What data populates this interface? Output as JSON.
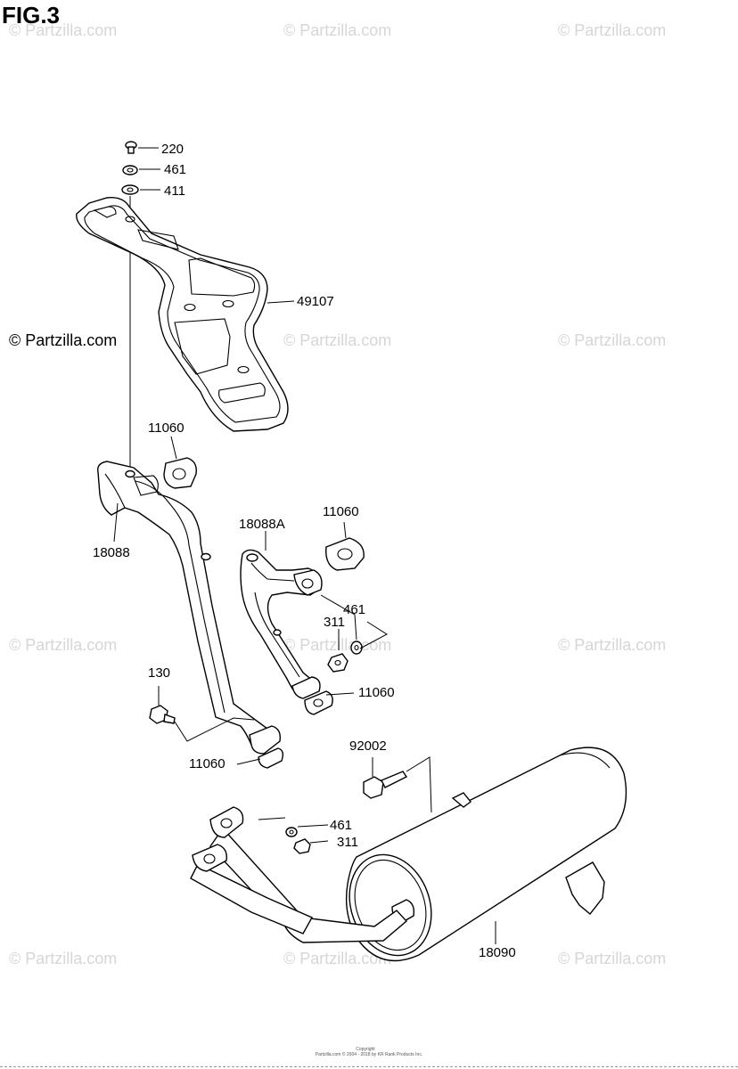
{
  "figure_title": "FIG.3",
  "watermark": "© Partzilla.com",
  "copyright_line1": "Copyright",
  "copyright_line2": "Partzilla.com © 2004 - 2018 by KR Rank Products Inc.",
  "callouts": {
    "c220": "220",
    "c461_top": "461",
    "c411": "411",
    "c49107": "49107",
    "c11060_a": "11060",
    "c18088": "18088",
    "c18088A": "18088A",
    "c11060_b": "11060",
    "c461_mid": "461",
    "c311_mid": "311",
    "c11060_c": "11060",
    "c130": "130",
    "c11060_d": "11060",
    "c92002": "92002",
    "c461_low": "461",
    "c311_low": "311",
    "c18090": "18090"
  }
}
